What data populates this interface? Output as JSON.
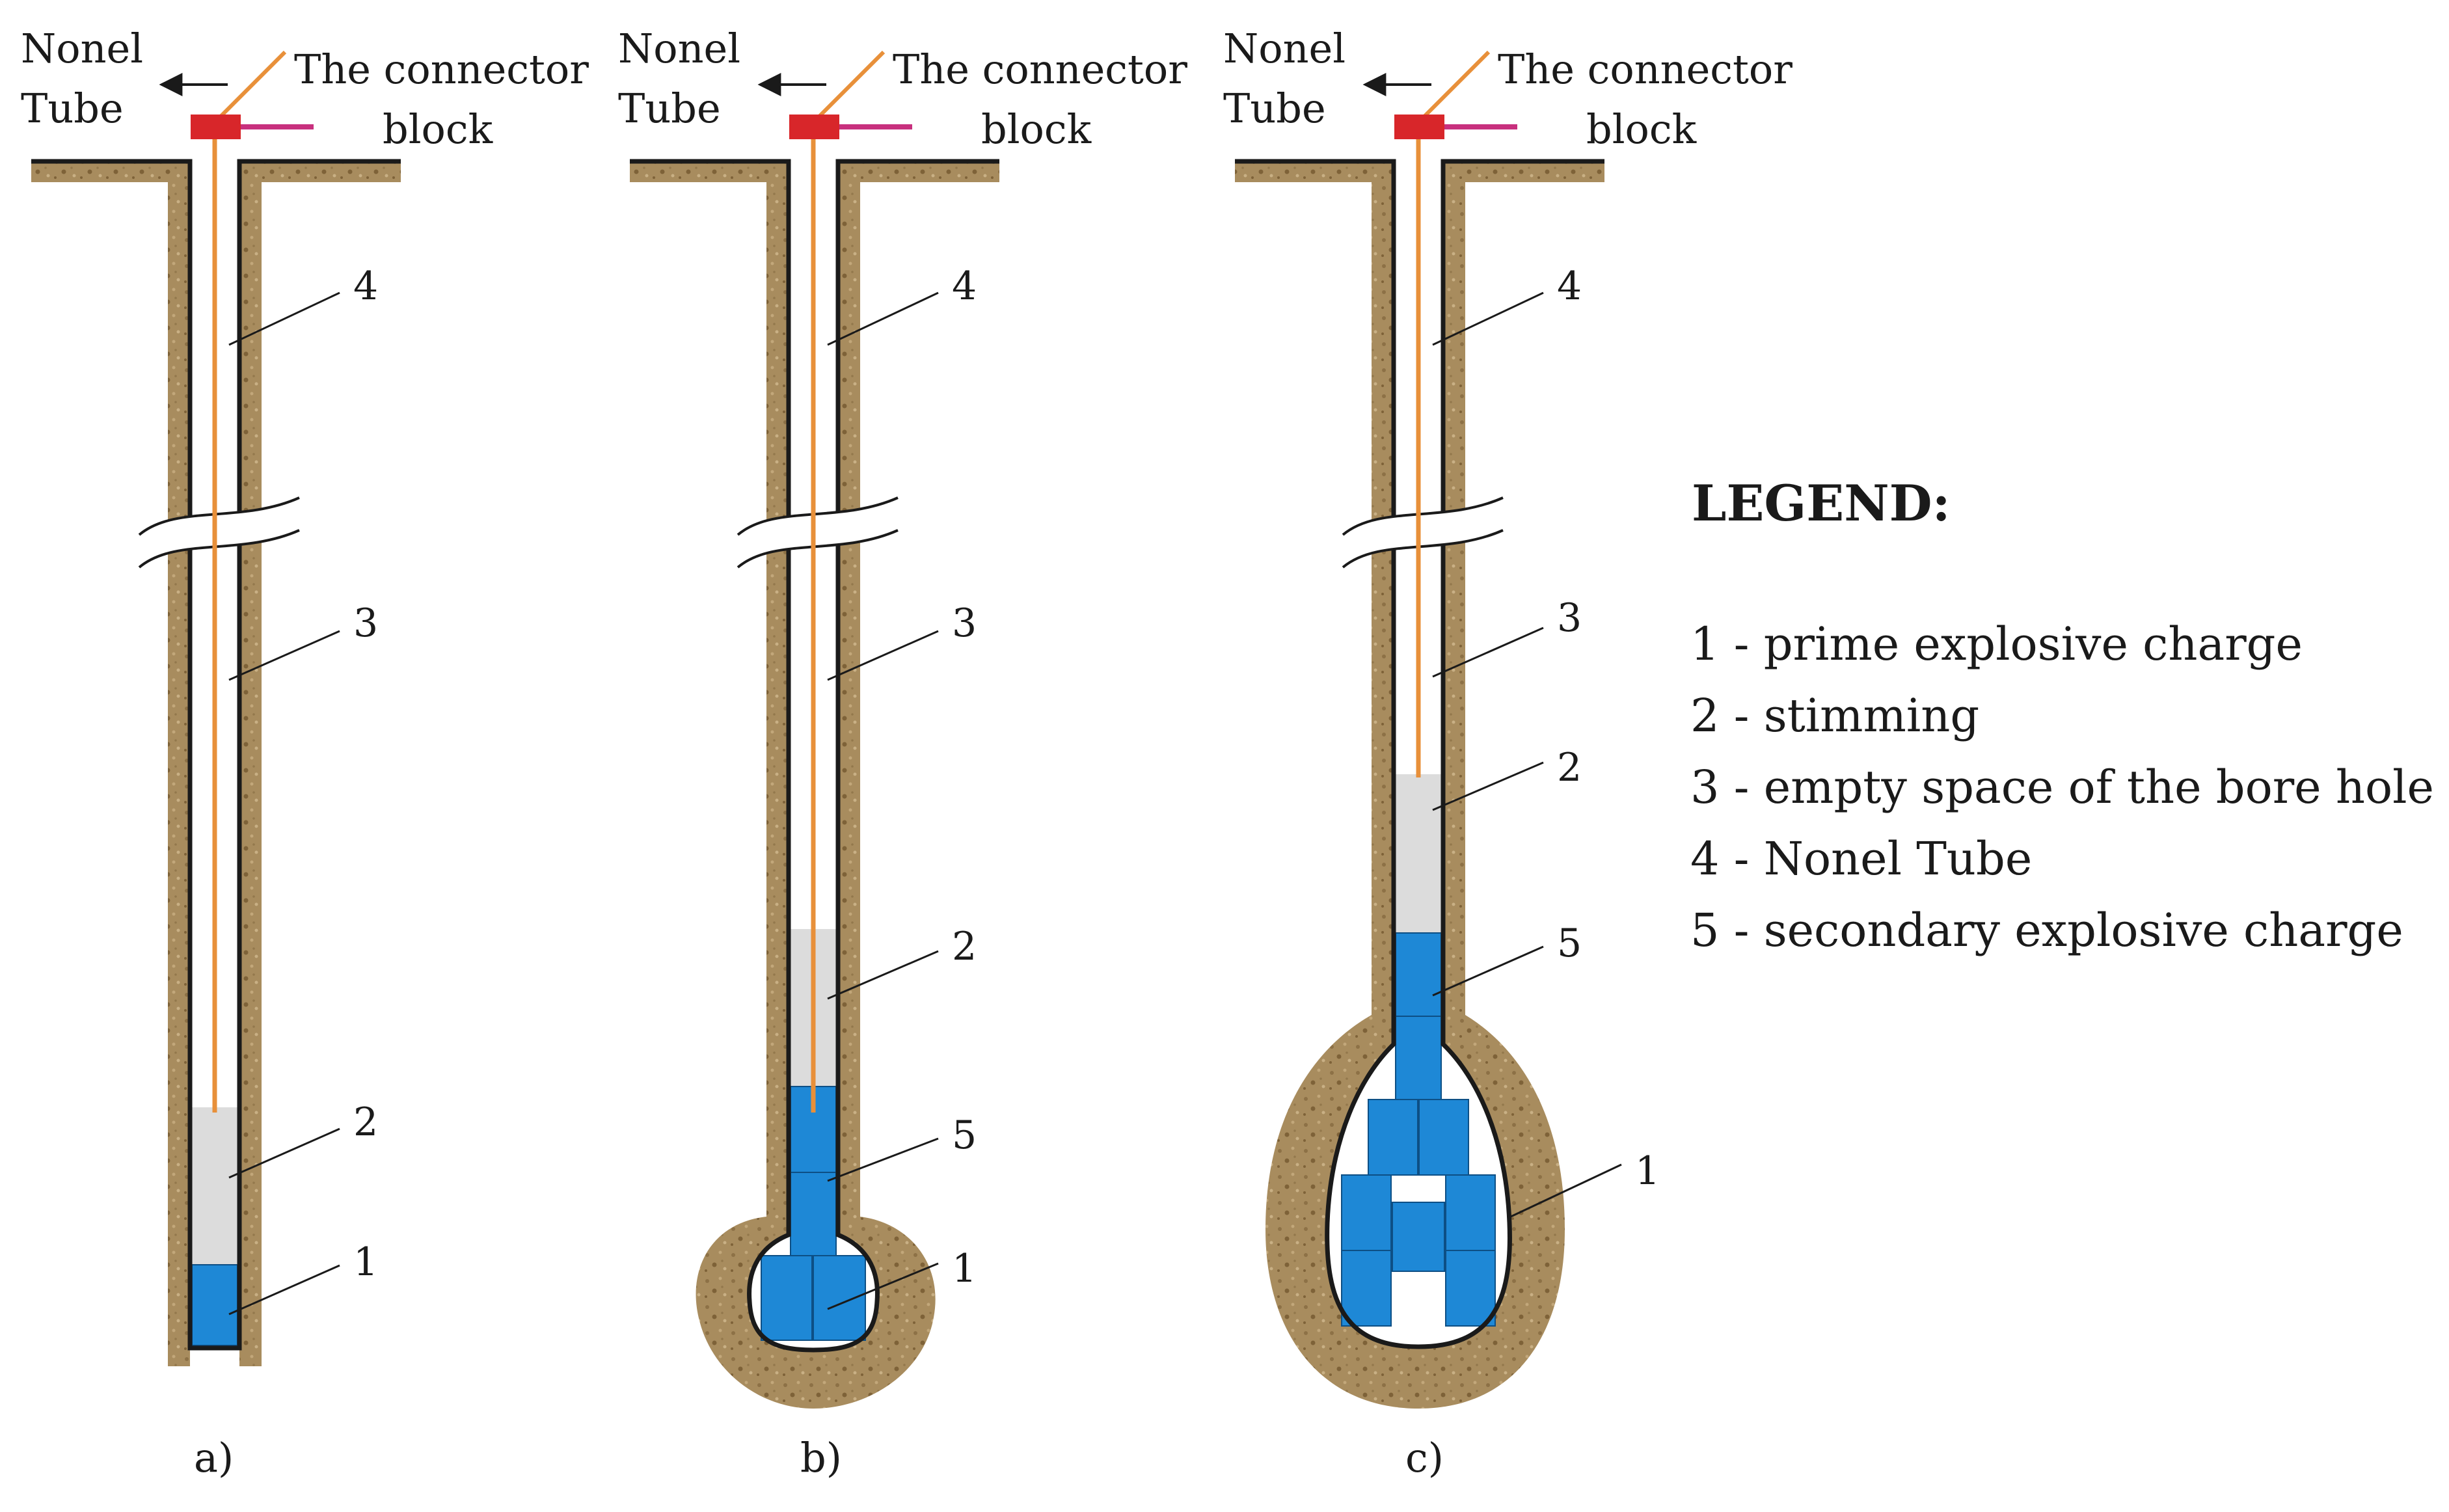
{
  "colors": {
    "soil": "#a88c5e",
    "soil_dark": "#7e6238",
    "charge": "#1e88d6",
    "charge_edge": "#0d4f85",
    "stemming": "#dcdcdc",
    "tube": "#e8903a",
    "connector_block": "#d8262a",
    "connector_wire": "#c8307e",
    "outline": "#1a1a1a"
  },
  "panels": [
    {
      "id": "a",
      "caption": "a)",
      "nonel_label": [
        "Nonel",
        "Tube"
      ],
      "connector_label": [
        "The connector",
        "block"
      ],
      "numbers": [
        "4",
        "3",
        "2",
        "1"
      ]
    },
    {
      "id": "b",
      "caption": "b)",
      "nonel_label": [
        "Nonel",
        "Tube"
      ],
      "connector_label": [
        "The connector",
        "block"
      ],
      "numbers": [
        "4",
        "3",
        "2",
        "5",
        "1"
      ]
    },
    {
      "id": "c",
      "caption": "c)",
      "nonel_label": [
        "Nonel",
        "Tube"
      ],
      "connector_label": [
        "The connector",
        "block"
      ],
      "numbers": [
        "4",
        "3",
        "2",
        "5",
        "1"
      ]
    }
  ],
  "legend": {
    "title": "LEGEND:",
    "items": [
      "1 - prime explosive charge",
      "2 - stimming",
      "3 - empty space of the bore hole",
      "4 - Nonel Tube",
      "5 - secondary explosive charge"
    ]
  }
}
